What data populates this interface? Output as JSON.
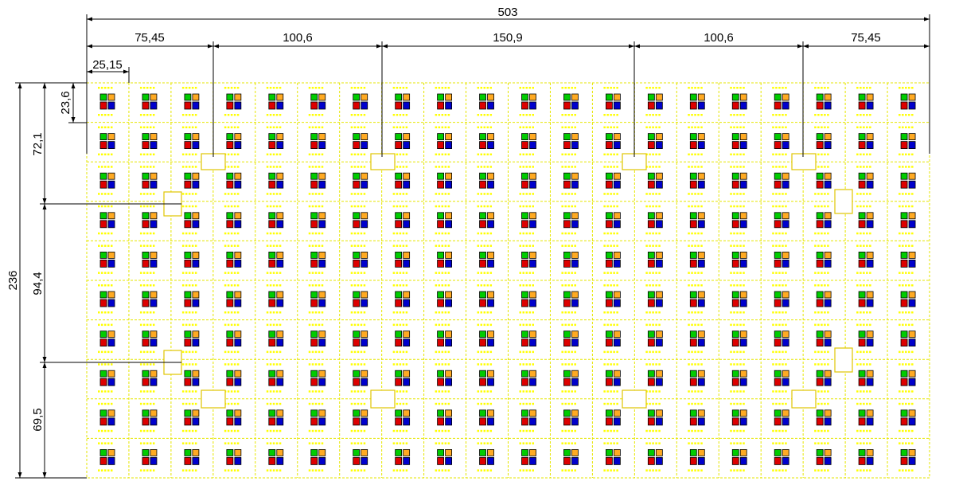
{
  "dimensions": {
    "overall_width": "503",
    "segments": [
      "75,45",
      "100,6",
      "150,9",
      "100,6",
      "75,45"
    ],
    "cell_width": "25,15",
    "cell_height": "23,6",
    "overall_height": "236",
    "vertical_segments": [
      "72,1",
      "94,4",
      "69,5"
    ]
  },
  "grid": {
    "columns": 20,
    "rows": 10
  },
  "colors": {
    "dimension_line": "#000000",
    "cell_border": "#e6e600",
    "pad": "#ffff00",
    "led_green": "#00cc00",
    "led_orange": "#ffaa22",
    "led_red": "#dd0000",
    "led_blue": "#0000cc",
    "mount_tab": "#e0c400"
  }
}
